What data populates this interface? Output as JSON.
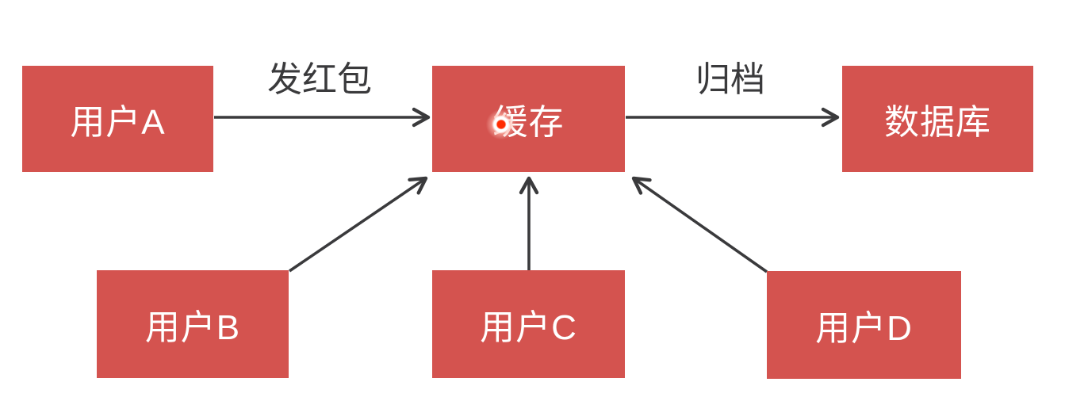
{
  "diagram": {
    "colors": {
      "box_fill": "#d4534f",
      "box_text": "#ffffff",
      "arrow": "#3a3a3c",
      "label_text": "#3a3a3c",
      "background": "#ffffff"
    },
    "nodes": [
      {
        "id": "user-a",
        "label": "用户A"
      },
      {
        "id": "cache",
        "label": "缓存"
      },
      {
        "id": "database",
        "label": "数据库"
      },
      {
        "id": "user-b",
        "label": "用户B"
      },
      {
        "id": "user-c",
        "label": "用户C"
      },
      {
        "id": "user-d",
        "label": "用户D"
      }
    ],
    "edges": [
      {
        "id": "send-red-packet",
        "from": "用户A",
        "to": "缓存",
        "label": "发红包"
      },
      {
        "id": "archive",
        "from": "缓存",
        "to": "数据库",
        "label": "归档"
      },
      {
        "id": "user-b-to-cache",
        "from": "用户B",
        "to": "缓存",
        "label": ""
      },
      {
        "id": "user-c-to-cache",
        "from": "用户C",
        "to": "缓存",
        "label": ""
      },
      {
        "id": "user-d-to-cache",
        "from": "用户D",
        "to": "缓存",
        "label": ""
      }
    ],
    "overlay": {
      "click_indicator": "red-click-dot-over-cache-box"
    }
  }
}
